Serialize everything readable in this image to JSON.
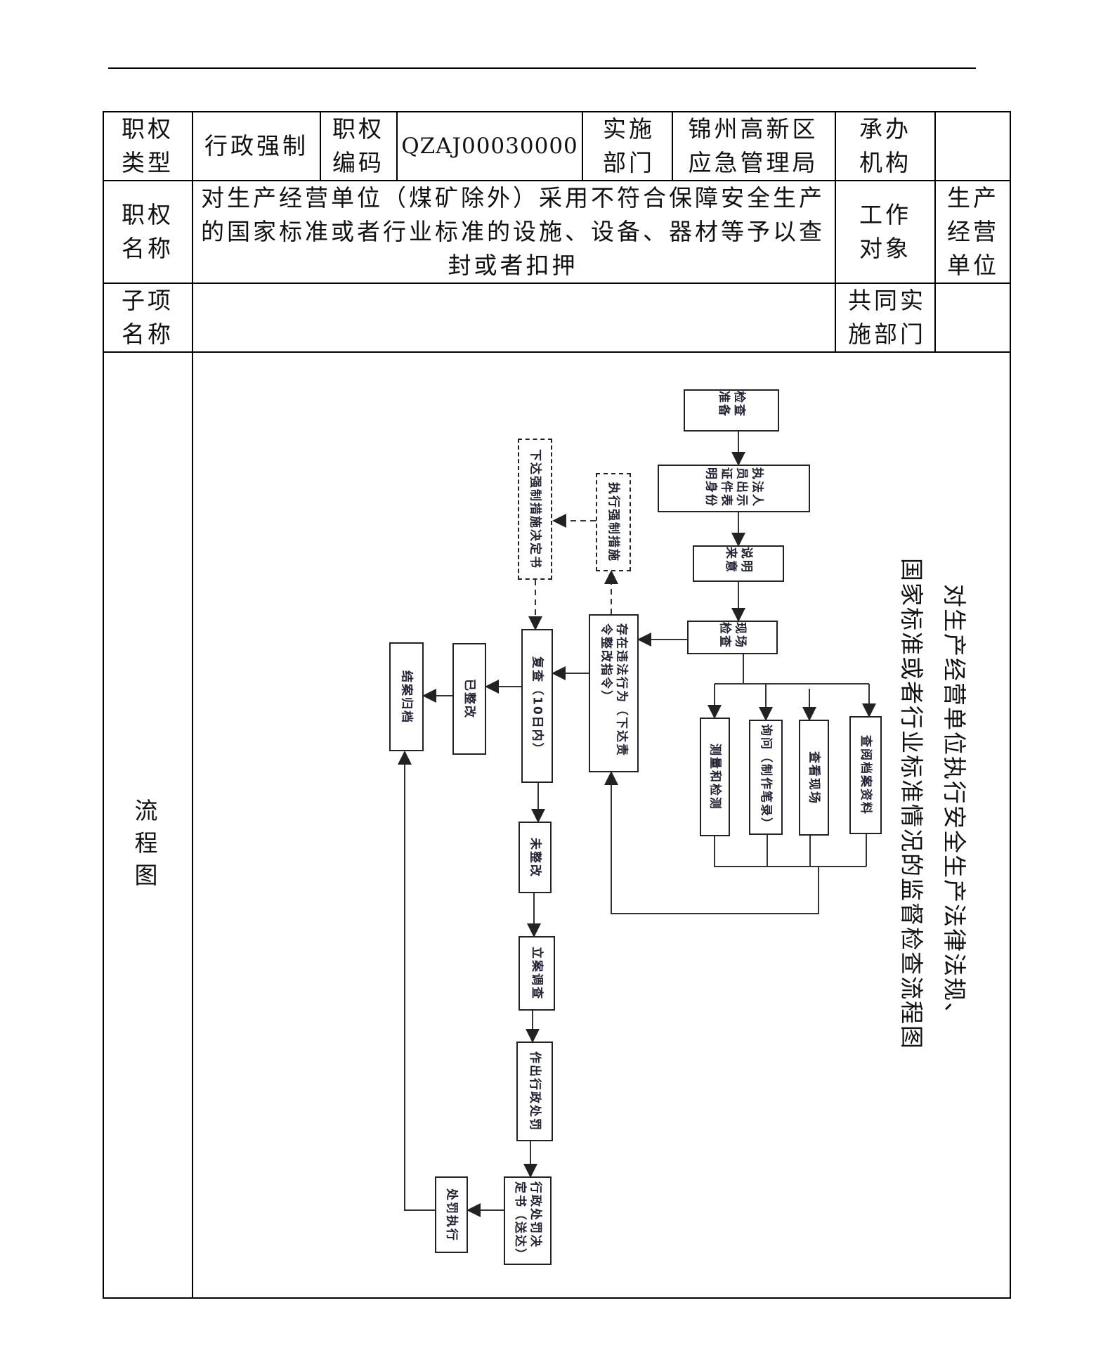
{
  "header": {
    "type_label": "职权类型",
    "type_value": "行政强制",
    "code_label": "职权编码",
    "code_value": "QZAJ00030000",
    "dept_label": "实施部门",
    "dept_value": "锦州高新区应急管理局",
    "org_label": "承办机构",
    "org_value": "",
    "name_label": "职权名称",
    "name_value": "对生产经营单位（煤矿除外）采用不符合保障安全生产的国家标准或者行业标准的设施、设备、器材等予以查封或者扣押",
    "target_label": "工作对象",
    "target_value": "生产经营单位",
    "sub_label": "子项名称",
    "sub_value": "",
    "co_label": "共同实施部门",
    "co_value": "",
    "flow_label": "流程图"
  },
  "flowchart": {
    "title_line1": "对生产经营单位执行安全生产法律法规、",
    "title_line2": "国家标准或者行业标准情况的监督检查流程图",
    "nodes": {
      "prepare": "检查准备",
      "identify": "执法人员出示证件表明身份",
      "explain": "说明来意",
      "inspect": "现场检查",
      "violation": "存在违法行为（下达责令整改指令）",
      "enforce": "执行强制措施",
      "decision": "下达强制措施决定书",
      "recheck": "复查（10日内）",
      "rectified": "已整改",
      "close": "结案归档",
      "measure": "测量和检测",
      "inquiry": "询问（制作笔录）",
      "view": "查看现场",
      "records": "查阅档案资料",
      "unrectified": "未整改",
      "case": "立案调查",
      "penalty": "作出行政处罚",
      "penalty_doc": "行政处罚决定书（送达）",
      "execute": "处罚执行"
    }
  }
}
